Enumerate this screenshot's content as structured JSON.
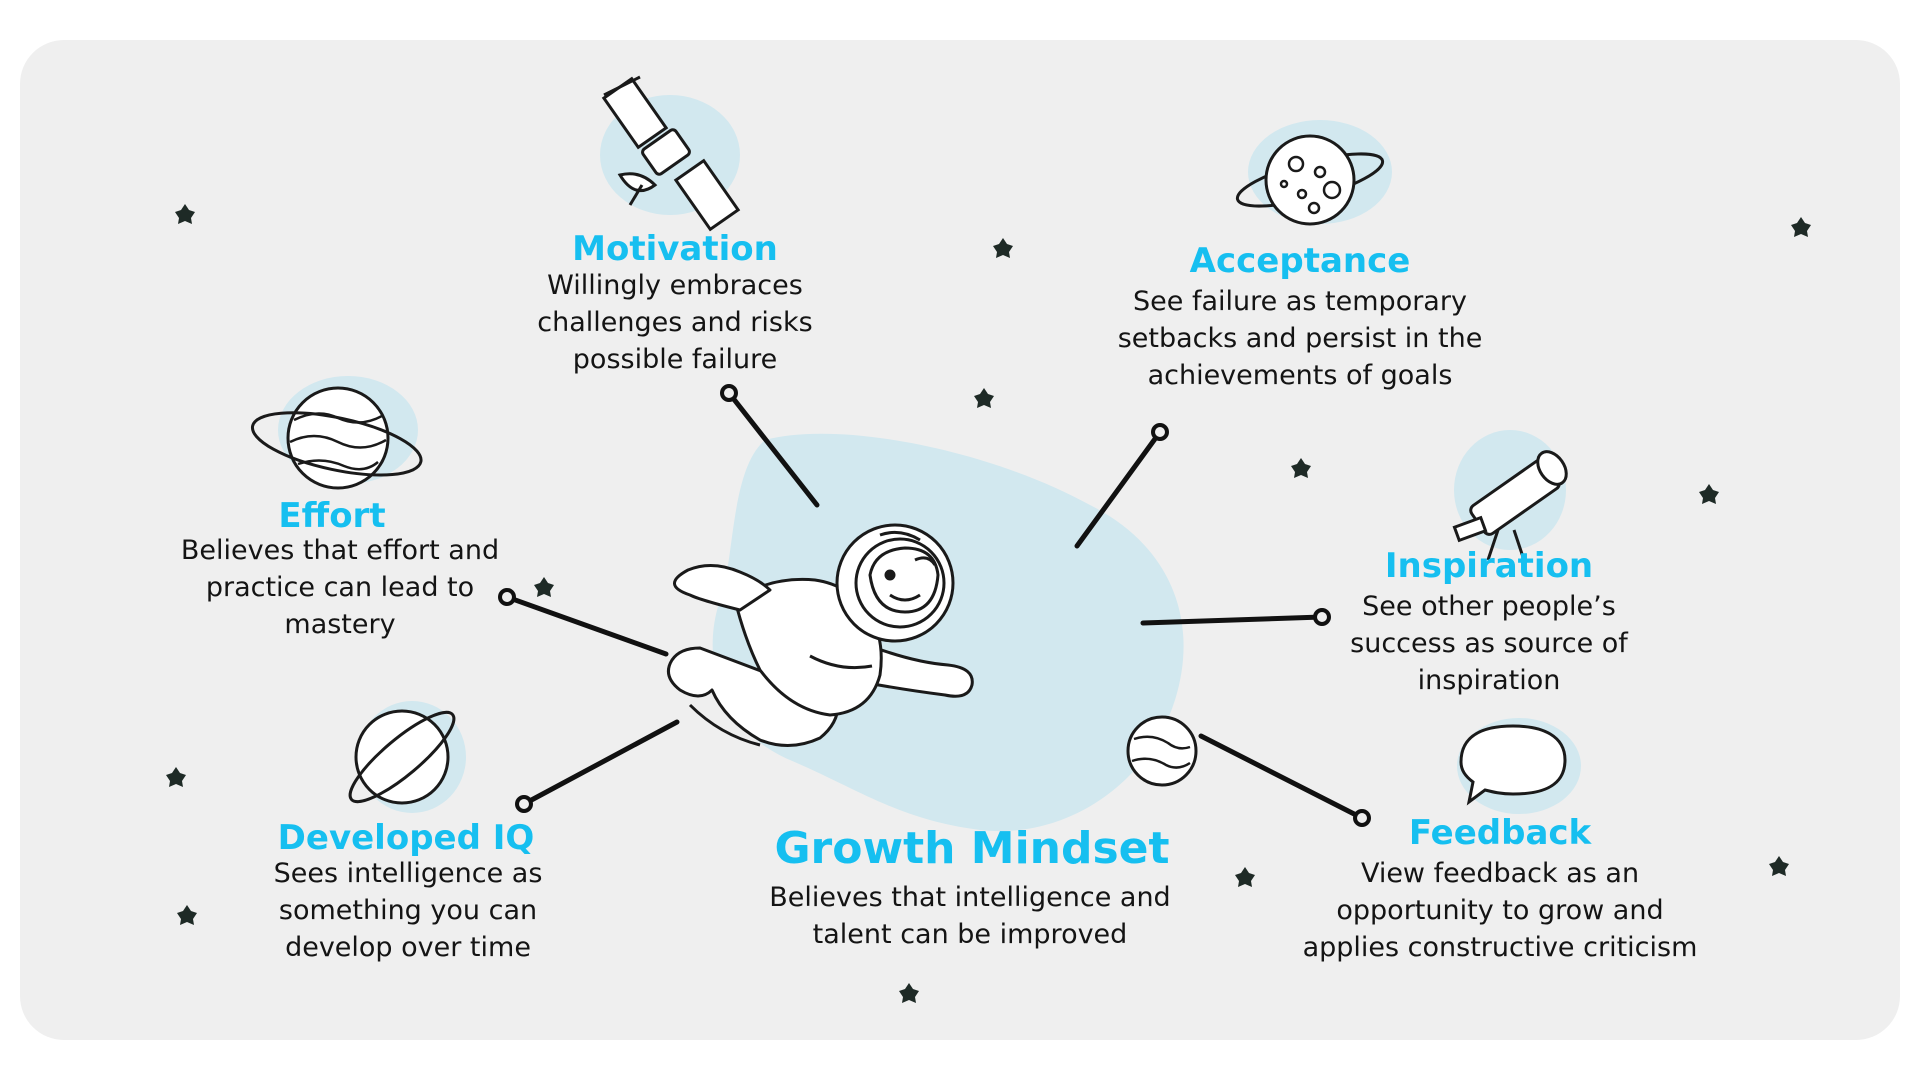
{
  "diagram": {
    "center": {
      "title": "Growth Mindset",
      "description": "Believes that intelligence and talent can be improved"
    },
    "nodes": [
      {
        "id": "motivation",
        "title": "Motivation",
        "description": "Willingly embraces challenges and risks possible failure",
        "icon": "satellite-icon"
      },
      {
        "id": "acceptance",
        "title": "Acceptance",
        "description": "See failure as temporary setbacks and persist in the achievements of goals",
        "icon": "cratered-planet-icon"
      },
      {
        "id": "effort",
        "title": "Effort",
        "description": "Believes that effort and practice can lead to mastery",
        "icon": "ringed-planet-icon"
      },
      {
        "id": "inspiration",
        "title": "Inspiration",
        "description": "See other people’s success as source of inspiration",
        "icon": "telescope-icon"
      },
      {
        "id": "developed-iq",
        "title": "Developed IQ",
        "description": "Sees intelligence as something you can develop over time",
        "icon": "saturn-icon"
      },
      {
        "id": "feedback",
        "title": "Feedback",
        "description": "View feedback as an opportunity to grow and applies constructive criticism",
        "icon": "speech-bubble-icon"
      }
    ],
    "central_illustration": "astronaut-icon",
    "colors": {
      "accent": "#16bff0",
      "text": "#141414",
      "background": "#efefef",
      "blob": "#d2e8ef",
      "line": "#111111"
    }
  }
}
